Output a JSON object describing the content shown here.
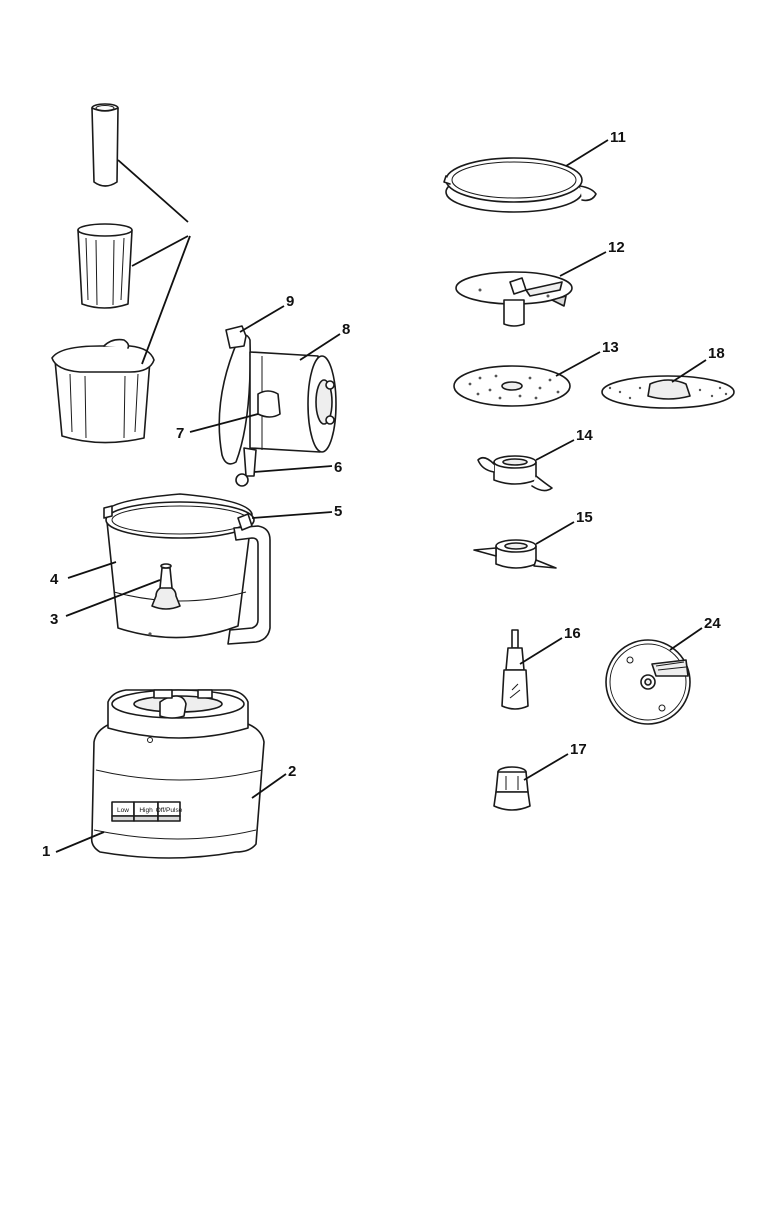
{
  "callouts": [
    "11",
    "12",
    "13",
    "18",
    "14",
    "15",
    "16",
    "24",
    "17",
    "9",
    "8",
    "7",
    "6",
    "5",
    "4",
    "3",
    "2",
    "1"
  ],
  "control_buttons": [
    "Low",
    "High",
    "Off/Pulse"
  ]
}
